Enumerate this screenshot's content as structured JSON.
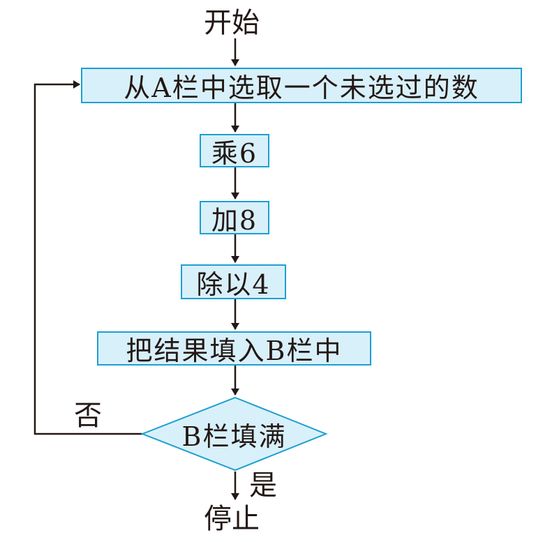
{
  "flowchart": {
    "start": "开始",
    "steps": [
      "从A栏中选取一个未选过的数",
      "乘6",
      "加8",
      "除以4",
      "把结果填入B栏中"
    ],
    "decision": "B栏填满",
    "no_label": "否",
    "yes_label": "是",
    "end": "停止"
  },
  "colors": {
    "box_fill": "#d8f0fa",
    "box_border": "#1e9fd0",
    "line": "#231815"
  }
}
